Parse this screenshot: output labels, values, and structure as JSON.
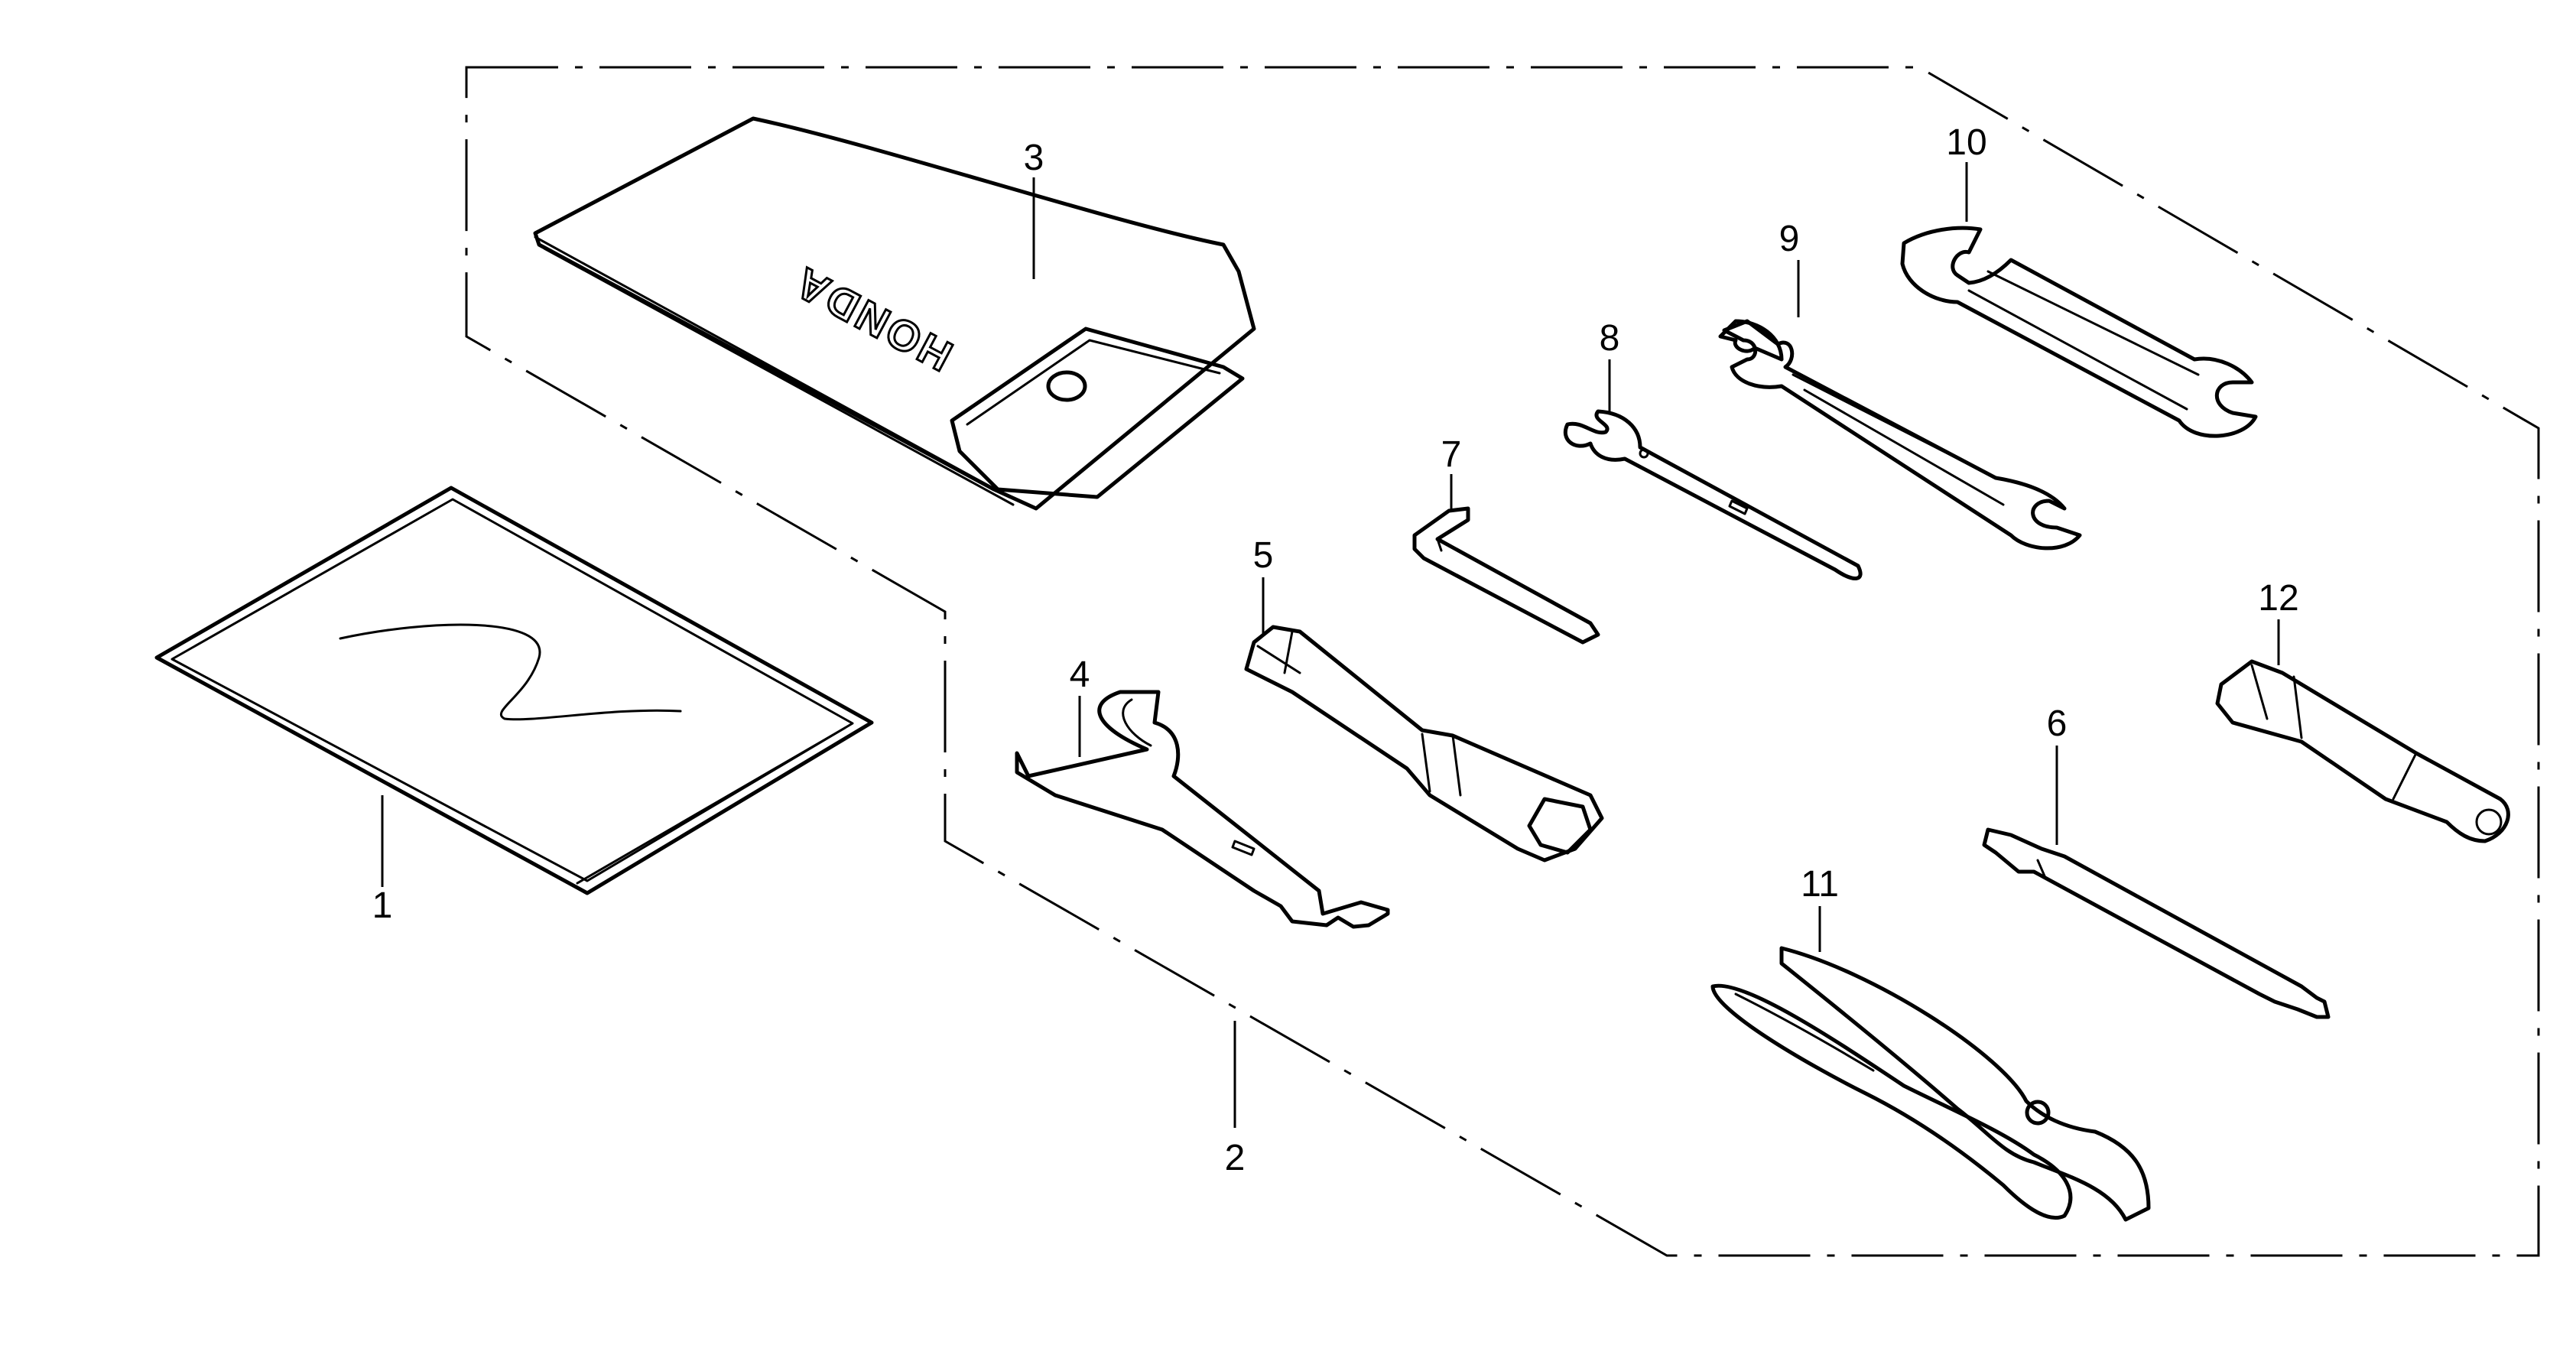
{
  "diagram": {
    "callouts": {
      "c1": "1",
      "c2": "2",
      "c3": "3",
      "c4": "4",
      "c5": "5",
      "c6": "6",
      "c7": "7",
      "c8": "8",
      "c9": "9",
      "c10": "10",
      "c11": "11",
      "c12": "12"
    },
    "pouch_logo": "HONDA",
    "line_color": "#000000",
    "background": "#ffffff"
  }
}
